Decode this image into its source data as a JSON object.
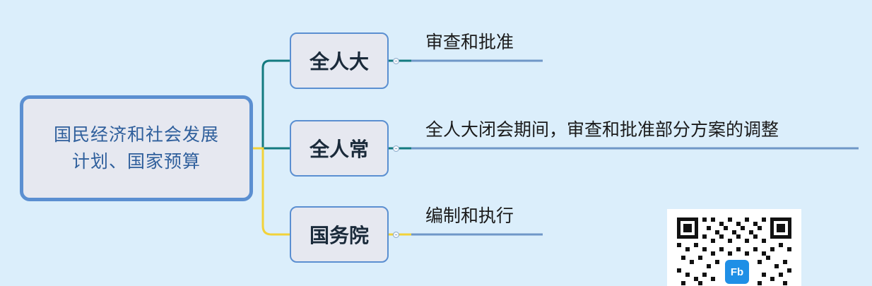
{
  "root": {
    "label": "国民经济和社会发展计划、国家预算"
  },
  "branches": [
    {
      "label": "全人大",
      "detail": "审查和批准",
      "color": "#137a7f"
    },
    {
      "label": "全人常",
      "detail": "全人大闭会期间，审查和批准部分方案的调整",
      "color": "#137a7f"
    },
    {
      "label": "国务院",
      "detail": "编制和执行",
      "color": "#f2d23a"
    }
  ],
  "colors": {
    "background": "#dbeefb",
    "node_border": "#5b8fd1",
    "node_fill": "#e6e8f0",
    "root_text": "#2f5f9c",
    "leaf_underline": "#6f97c7"
  },
  "qr_logo_text": "Fb"
}
